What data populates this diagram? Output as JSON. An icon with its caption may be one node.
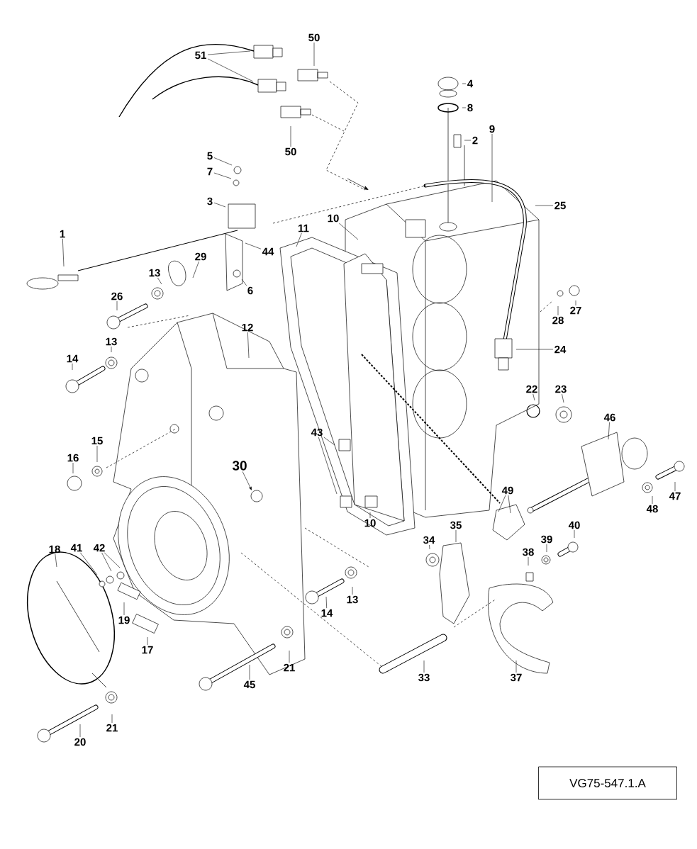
{
  "diagram": {
    "nodes": [
      {
        "text": [
          "50"
        ]
      },
      {
        "text": [
          "51"
        ]
      },
      {
        "text": [
          "4"
        ]
      },
      {
        "text": [
          "8"
        ]
      },
      {
        "text": [
          "9"
        ]
      },
      {
        "text": [
          "2"
        ]
      },
      {
        "text": [
          "50"
        ]
      },
      {
        "text": [
          "5"
        ]
      },
      {
        "text": [
          "7"
        ]
      },
      {
        "text": [
          "3"
        ]
      },
      {
        "text": [
          "25"
        ]
      },
      {
        "text": [
          "10"
        ]
      },
      {
        "text": [
          "11"
        ]
      },
      {
        "text": [
          "1"
        ]
      },
      {
        "text": [
          "44"
        ]
      },
      {
        "text": [
          "29"
        ]
      },
      {
        "text": [
          "13"
        ]
      },
      {
        "text": [
          "6"
        ]
      },
      {
        "text": [
          "26"
        ]
      },
      {
        "text": [
          "27"
        ]
      },
      {
        "text": [
          "28"
        ]
      },
      {
        "text": [
          "12"
        ]
      },
      {
        "text": [
          "13"
        ]
      },
      {
        "text": [
          "24"
        ]
      },
      {
        "text": [
          "14"
        ]
      },
      {
        "text": [
          "22"
        ]
      },
      {
        "text": [
          "23"
        ]
      },
      {
        "text": [
          "46"
        ]
      },
      {
        "text": [
          "43"
        ]
      },
      {
        "text": [
          "15"
        ]
      },
      {
        "text": [
          "16"
        ]
      },
      {
        "text": [
          "30"
        ]
      },
      {
        "text": [
          "49"
        ]
      },
      {
        "text": [
          "47"
        ]
      },
      {
        "text": [
          "48"
        ]
      },
      {
        "text": [
          "10"
        ]
      },
      {
        "text": [
          "35"
        ]
      },
      {
        "text": [
          "40"
        ]
      },
      {
        "text": [
          "34"
        ]
      },
      {
        "text": [
          "39"
        ]
      },
      {
        "text": [
          "18"
        ]
      },
      {
        "text": [
          "41"
        ]
      },
      {
        "text": [
          "42"
        ]
      },
      {
        "text": [
          "38"
        ]
      },
      {
        "text": [
          "13"
        ]
      },
      {
        "text": [
          "14"
        ]
      },
      {
        "text": [
          "19"
        ]
      },
      {
        "text": [
          "17"
        ]
      },
      {
        "text": [
          "21"
        ]
      },
      {
        "text": [
          "33"
        ]
      },
      {
        "text": [
          "37"
        ]
      },
      {
        "text": [
          "45"
        ]
      },
      {
        "text": [
          "21"
        ]
      },
      {
        "text": [
          "20"
        ]
      },
      {
        "text": [
          "VG75-547.1.A"
        ]
      }
    ],
    "edges": [
      {
        "from": 0,
        "to": null,
        "arrow": "none"
      },
      {
        "from": 1,
        "to": null,
        "arrow": "none"
      },
      {
        "from": 1,
        "to": null,
        "arrow": "none"
      },
      {
        "from": 2,
        "to": null,
        "arrow": "none"
      },
      {
        "from": 3,
        "to": null,
        "arrow": "none"
      },
      {
        "from": 4,
        "to": null,
        "arrow": "none"
      },
      {
        "from": 5,
        "to": null,
        "arrow": "none"
      },
      {
        "from": 6,
        "to": null,
        "arrow": "none"
      },
      {
        "from": 7,
        "to": null,
        "arrow": "none"
      },
      {
        "from": 8,
        "to": null,
        "arrow": "none"
      },
      {
        "from": 9,
        "to": null,
        "arrow": "none"
      },
      {
        "from": 10,
        "to": null,
        "arrow": "none"
      },
      {
        "from": 11,
        "to": null,
        "arrow": "none"
      },
      {
        "from": 12,
        "to": null,
        "arrow": "none"
      },
      {
        "from": 13,
        "to": null,
        "arrow": "none"
      },
      {
        "from": 14,
        "to": null,
        "arrow": "none"
      },
      {
        "from": 15,
        "to": null,
        "arrow": "none"
      },
      {
        "from": 16,
        "to": null,
        "arrow": "none"
      },
      {
        "from": 17,
        "to": null,
        "arrow": "none"
      },
      {
        "from": 18,
        "to": null,
        "arrow": "none"
      },
      {
        "from": 19,
        "to": null,
        "arrow": "none"
      },
      {
        "from": 20,
        "to": null,
        "arrow": "none"
      },
      {
        "from": 21,
        "to": null,
        "arrow": "none"
      },
      {
        "from": 22,
        "to": null,
        "arrow": "none"
      },
      {
        "from": 23,
        "to": null,
        "arrow": "none"
      },
      {
        "from": 24,
        "to": null,
        "arrow": "none"
      },
      {
        "from": 25,
        "to": null,
        "arrow": "none"
      },
      {
        "from": 26,
        "to": null,
        "arrow": "none"
      },
      {
        "from": 27,
        "to": null,
        "arrow": "none"
      },
      {
        "from": 28,
        "to": null,
        "arrow": "none"
      },
      {
        "from": 28,
        "to": null,
        "arrow": "none"
      },
      {
        "from": 29,
        "to": null,
        "arrow": "none"
      },
      {
        "from": 30,
        "to": null,
        "arrow": "none"
      },
      {
        "from": 31,
        "to": null,
        "arrow": "to"
      },
      {
        "from": 32,
        "to": null,
        "arrow": "none"
      },
      {
        "from": 32,
        "to": null,
        "arrow": "none"
      },
      {
        "from": 33,
        "to": null,
        "arrow": "none"
      },
      {
        "from": 34,
        "to": null,
        "arrow": "none"
      },
      {
        "from": 35,
        "to": null,
        "arrow": "none"
      },
      {
        "from": 36,
        "to": null,
        "arrow": "none"
      },
      {
        "from": 37,
        "to": null,
        "arrow": "none"
      },
      {
        "from": 38,
        "to": null,
        "arrow": "none"
      },
      {
        "from": 39,
        "to": null,
        "arrow": "none"
      },
      {
        "from": 40,
        "to": null,
        "arrow": "none"
      },
      {
        "from": 41,
        "to": null,
        "arrow": "none"
      },
      {
        "from": 42,
        "to": null,
        "arrow": "none"
      },
      {
        "from": 42,
        "to": null,
        "arrow": "none"
      },
      {
        "from": 43,
        "to": null,
        "arrow": "none"
      },
      {
        "from": 44,
        "to": null,
        "arrow": "none"
      },
      {
        "from": 45,
        "to": null,
        "arrow": "none"
      },
      {
        "from": 46,
        "to": null,
        "arrow": "none"
      },
      {
        "from": 47,
        "to": null,
        "arrow": "none"
      },
      {
        "from": 48,
        "to": null,
        "arrow": "none"
      },
      {
        "from": 49,
        "to": null,
        "arrow": "none"
      },
      {
        "from": 50,
        "to": null,
        "arrow": "none"
      },
      {
        "from": 51,
        "to": null,
        "arrow": "none"
      },
      {
        "from": 52,
        "to": null,
        "arrow": "none"
      },
      {
        "from": 53,
        "to": null,
        "arrow": "none"
      }
    ]
  }
}
